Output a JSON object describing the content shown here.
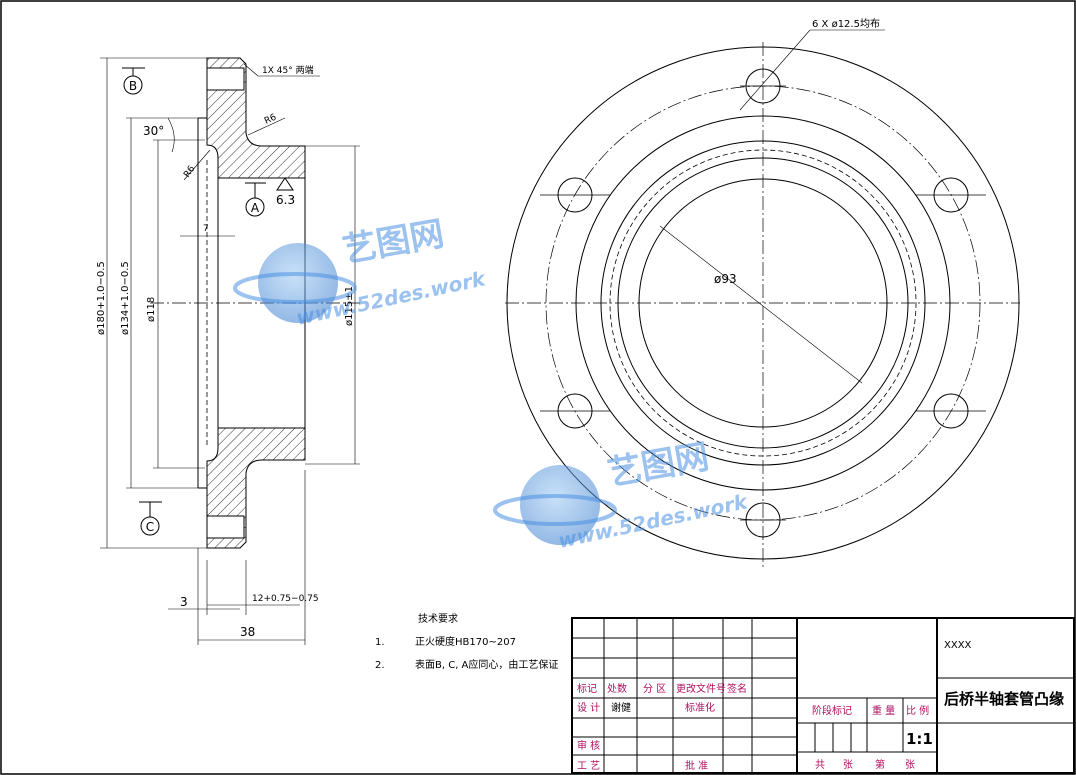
{
  "holes_note": "6 X ø12.5均布",
  "chamfer_note": "1X 45° 两端",
  "radius_r6_upper": "R6",
  "radius_r6_lower": "R6",
  "angle_30": "30°",
  "roughness": "6.3",
  "datum_a": "A",
  "datum_b": "B",
  "datum_c": "C",
  "dim_phi180": "ø180+1.0−0.5",
  "dim_phi134": "ø134+1.0−0.5",
  "dim_phi118": "ø118",
  "dim_phi115": "ø115±1",
  "dim_phi93": "ø93",
  "dim_7": "7",
  "dim_3": "3",
  "dim_12": "12+0.75−0.75",
  "dim_38": "38",
  "tech": {
    "heading": "技术要求",
    "item1_num": "1.",
    "item1_text": "正火硬度HB170~207",
    "item2_num": "2.",
    "item2_text": "表面B, C, A应同心，由工艺保证"
  },
  "watermark": {
    "cn": "艺图网",
    "url": "www.52des.work"
  },
  "title_block": {
    "code": "XXXX",
    "part_name": "后桥半轴套管凸缘",
    "scale": "1:1",
    "labels": {
      "biaoji": "标记",
      "chushu": "处数",
      "fenqu": "分 区",
      "gengwenjian": "更改文件号",
      "qianming": "签名",
      "sheji": "设 计",
      "shenhe_name": "谢健",
      "biaozhunhua": "标准化",
      "shenhe": "审 核",
      "gongyi": "工 艺",
      "pizhun": "批 准",
      "jieduan": "阶段标记",
      "zhongliang": "重 量",
      "bili": "比 例",
      "gong": "共",
      "zhang1": "张",
      "di": "第",
      "zhang2": "张"
    }
  }
}
